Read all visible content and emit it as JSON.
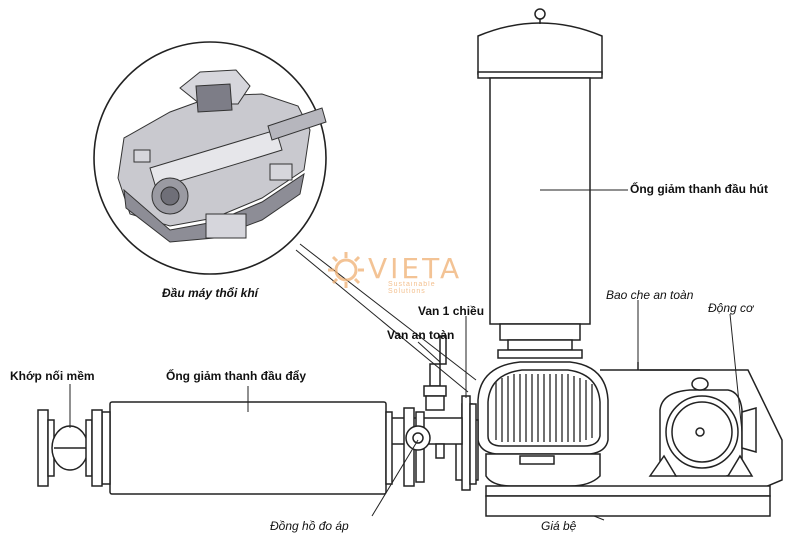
{
  "labels": {
    "blower_head": "Đầu máy thổi khí",
    "suction_silencer": "Ống giảm thanh đầu hút",
    "safety_guard": "Bao che an toàn",
    "motor": "Động cơ",
    "check_valve": "Van 1 chiều",
    "safety_valve": "Van an toàn",
    "flexible_joint": "Khớp nối mềm",
    "discharge_silencer": "Ống giảm thanh đầu đẩy",
    "pressure_gauge": "Đồng hồ đo áp",
    "base_frame": "Giá bệ"
  },
  "watermark": {
    "brand": "VIETA",
    "tagline": "Sustainable Solutions",
    "color": "#f0b072"
  },
  "colors": {
    "line": "#222222",
    "cutaway_body": "#c9c9cf",
    "cutaway_shadow": "#8d8d96"
  }
}
